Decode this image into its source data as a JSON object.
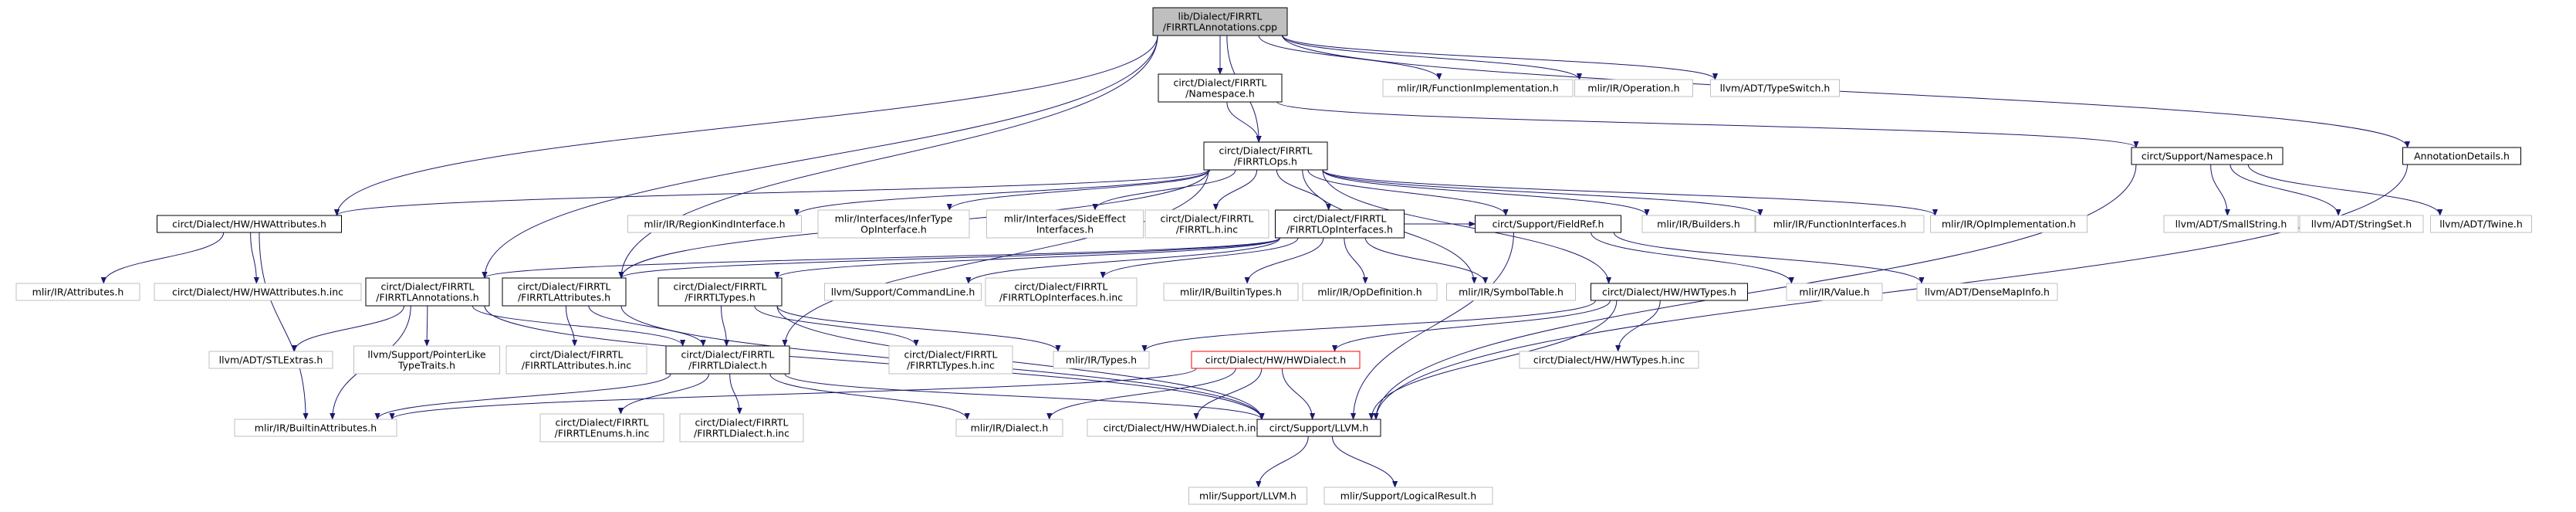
{
  "title": "lib/Dialect/FIRRTL/FIRRTLAnnotations.cpp",
  "colors": {
    "edge": "#191970",
    "root_fill": "#bfbfbf",
    "documented_border": "#000000",
    "external_border": "#bfbfbf",
    "truncated_border": "#ff0000",
    "text": "#000000",
    "external_text": "#000000"
  },
  "nodes": [
    {
      "id": "root",
      "lines": [
        "lib/Dialect/FIRRTL",
        "/FIRRTLAnnotations.cpp"
      ],
      "kind": "root"
    },
    {
      "id": "ns",
      "lines": [
        "circt/Dialect/FIRRTL",
        "/Namespace.h"
      ],
      "kind": "doc"
    },
    {
      "id": "fimpl",
      "lines": [
        "mlir/IR/FunctionImplementation.h"
      ],
      "kind": "ext"
    },
    {
      "id": "oper",
      "lines": [
        "mlir/IR/Operation.h"
      ],
      "kind": "ext"
    },
    {
      "id": "tswitch",
      "lines": [
        "llvm/ADT/TypeSwitch.h"
      ],
      "kind": "ext"
    },
    {
      "id": "ops",
      "lines": [
        "circt/Dialect/FIRRTL",
        "/FIRRTLOps.h"
      ],
      "kind": "doc"
    },
    {
      "id": "supns",
      "lines": [
        "circt/Support/Namespace.h"
      ],
      "kind": "doc"
    },
    {
      "id": "anndet",
      "lines": [
        "AnnotationDetails.h"
      ],
      "kind": "doc"
    },
    {
      "id": "hwattr",
      "lines": [
        "circt/Dialect/HW/HWAttributes.h"
      ],
      "kind": "doc"
    },
    {
      "id": "regkind",
      "lines": [
        "mlir/IR/RegionKindInterface.h"
      ],
      "kind": "ext"
    },
    {
      "id": "infertype",
      "lines": [
        "mlir/Interfaces/InferType",
        "OpInterface.h"
      ],
      "kind": "ext"
    },
    {
      "id": "sideeff",
      "lines": [
        "mlir/Interfaces/SideEffect",
        "Interfaces.h"
      ],
      "kind": "ext"
    },
    {
      "id": "firrtlhinc",
      "lines": [
        "circt/Dialect/FIRRTL",
        "/FIRRTL.h.inc"
      ],
      "kind": "ext"
    },
    {
      "id": "opif",
      "lines": [
        "circt/Dialect/FIRRTL",
        "/FIRRTLOpInterfaces.h"
      ],
      "kind": "doc"
    },
    {
      "id": "fieldref",
      "lines": [
        "circt/Support/FieldRef.h"
      ],
      "kind": "doc"
    },
    {
      "id": "builders",
      "lines": [
        "mlir/IR/Builders.h"
      ],
      "kind": "ext"
    },
    {
      "id": "funcif",
      "lines": [
        "mlir/IR/FunctionInterfaces.h"
      ],
      "kind": "ext"
    },
    {
      "id": "opimpl",
      "lines": [
        "mlir/IR/OpImplementation.h"
      ],
      "kind": "ext"
    },
    {
      "id": "smallstr",
      "lines": [
        "llvm/ADT/SmallString.h"
      ],
      "kind": "ext"
    },
    {
      "id": "strset",
      "lines": [
        "llvm/ADT/StringSet.h"
      ],
      "kind": "ext"
    },
    {
      "id": "twine",
      "lines": [
        "llvm/ADT/Twine.h"
      ],
      "kind": "ext"
    },
    {
      "id": "irattr",
      "lines": [
        "mlir/IR/Attributes.h"
      ],
      "kind": "ext"
    },
    {
      "id": "hwattrinc",
      "lines": [
        "circt/Dialect/HW/HWAttributes.h.inc"
      ],
      "kind": "ext"
    },
    {
      "id": "fann",
      "lines": [
        "circt/Dialect/FIRRTL",
        "/FIRRTLAnnotations.h"
      ],
      "kind": "doc"
    },
    {
      "id": "fattr",
      "lines": [
        "circt/Dialect/FIRRTL",
        "/FIRRTLAttributes.h"
      ],
      "kind": "doc"
    },
    {
      "id": "ftypes",
      "lines": [
        "circt/Dialect/FIRRTL",
        "/FIRRTLTypes.h"
      ],
      "kind": "doc"
    },
    {
      "id": "cmdline",
      "lines": [
        "llvm/Support/CommandLine.h"
      ],
      "kind": "ext"
    },
    {
      "id": "opifinc",
      "lines": [
        "circt/Dialect/FIRRTL",
        "/FIRRTLOpInterfaces.h.inc"
      ],
      "kind": "ext"
    },
    {
      "id": "btypes",
      "lines": [
        "mlir/IR/BuiltinTypes.h"
      ],
      "kind": "ext"
    },
    {
      "id": "opdef",
      "lines": [
        "mlir/IR/OpDefinition.h"
      ],
      "kind": "ext"
    },
    {
      "id": "symtab",
      "lines": [
        "mlir/IR/SymbolTable.h"
      ],
      "kind": "ext"
    },
    {
      "id": "hwtypes",
      "lines": [
        "circt/Dialect/HW/HWTypes.h"
      ],
      "kind": "doc"
    },
    {
      "id": "value",
      "lines": [
        "mlir/IR/Value.h"
      ],
      "kind": "ext"
    },
    {
      "id": "densemap",
      "lines": [
        "llvm/ADT/DenseMapInfo.h"
      ],
      "kind": "ext"
    },
    {
      "id": "stlextras",
      "lines": [
        "llvm/ADT/STLExtras.h"
      ],
      "kind": "ext"
    },
    {
      "id": "ptrlike",
      "lines": [
        "llvm/Support/PointerLike",
        "TypeTraits.h"
      ],
      "kind": "ext"
    },
    {
      "id": "fattrinc",
      "lines": [
        "circt/Dialect/FIRRTL",
        "/FIRRTLAttributes.h.inc"
      ],
      "kind": "ext"
    },
    {
      "id": "fdialect",
      "lines": [
        "circt/Dialect/FIRRTL",
        "/FIRRTLDialect.h"
      ],
      "kind": "doc"
    },
    {
      "id": "ftypesinc",
      "lines": [
        "circt/Dialect/FIRRTL",
        "/FIRRTLTypes.h.inc"
      ],
      "kind": "ext"
    },
    {
      "id": "irtypes",
      "lines": [
        "mlir/IR/Types.h"
      ],
      "kind": "ext"
    },
    {
      "id": "hwdialect",
      "lines": [
        "circt/Dialect/HW/HWDialect.h"
      ],
      "kind": "trunc"
    },
    {
      "id": "hwtypesinc",
      "lines": [
        "circt/Dialect/HW/HWTypes.h.inc"
      ],
      "kind": "ext"
    },
    {
      "id": "battr",
      "lines": [
        "mlir/IR/BuiltinAttributes.h"
      ],
      "kind": "ext"
    },
    {
      "id": "fenums",
      "lines": [
        "circt/Dialect/FIRRTL",
        "/FIRRTLEnums.h.inc"
      ],
      "kind": "ext"
    },
    {
      "id": "fdialectinc",
      "lines": [
        "circt/Dialect/FIRRTL",
        "/FIRRTLDialect.h.inc"
      ],
      "kind": "ext"
    },
    {
      "id": "irdialect",
      "lines": [
        "mlir/IR/Dialect.h"
      ],
      "kind": "ext"
    },
    {
      "id": "hwdialectinc",
      "lines": [
        "circt/Dialect/HW/HWDialect.h.inc"
      ],
      "kind": "ext"
    },
    {
      "id": "llvmh",
      "lines": [
        "circt/Support/LLVM.h"
      ],
      "kind": "doc"
    },
    {
      "id": "suppllvm",
      "lines": [
        "mlir/Support/LLVM.h"
      ],
      "kind": "ext"
    },
    {
      "id": "logres",
      "lines": [
        "mlir/Support/LogicalResult.h"
      ],
      "kind": "ext"
    }
  ],
  "edges": [
    [
      "root",
      "ns"
    ],
    [
      "root",
      "fimpl"
    ],
    [
      "root",
      "oper"
    ],
    [
      "root",
      "tswitch"
    ],
    [
      "root",
      "ops"
    ],
    [
      "root",
      "anndet"
    ],
    [
      "root",
      "hwattr"
    ],
    [
      "root",
      "fann"
    ],
    [
      "root",
      "fattr"
    ],
    [
      "ns",
      "ops"
    ],
    [
      "ns",
      "supns"
    ],
    [
      "ops",
      "hwattr"
    ],
    [
      "ops",
      "regkind"
    ],
    [
      "ops",
      "infertype"
    ],
    [
      "ops",
      "sideeff"
    ],
    [
      "ops",
      "firrtlhinc"
    ],
    [
      "ops",
      "opif"
    ],
    [
      "ops",
      "fieldref"
    ],
    [
      "ops",
      "builders"
    ],
    [
      "ops",
      "funcif"
    ],
    [
      "ops",
      "opimpl"
    ],
    [
      "ops",
      "fattr"
    ],
    [
      "ops",
      "fdialect"
    ],
    [
      "ops",
      "symtab"
    ],
    [
      "ops",
      "hwtypes"
    ],
    [
      "supns",
      "smallstr"
    ],
    [
      "supns",
      "strset"
    ],
    [
      "supns",
      "twine"
    ],
    [
      "supns",
      "llvmh"
    ],
    [
      "anndet",
      "llvmh"
    ],
    [
      "hwattr",
      "irattr"
    ],
    [
      "hwattr",
      "hwattrinc"
    ],
    [
      "hwattr",
      "battr"
    ],
    [
      "opif",
      "fann"
    ],
    [
      "opif",
      "fattr"
    ],
    [
      "opif",
      "ftypes"
    ],
    [
      "opif",
      "cmdline"
    ],
    [
      "opif",
      "opifinc"
    ],
    [
      "opif",
      "btypes"
    ],
    [
      "opif",
      "opdef"
    ],
    [
      "opif",
      "symtab"
    ],
    [
      "opif",
      "fieldref"
    ],
    [
      "fieldref",
      "value"
    ],
    [
      "fieldref",
      "densemap"
    ],
    [
      "fieldref",
      "llvmh"
    ],
    [
      "fann",
      "stlextras"
    ],
    [
      "fann",
      "ptrlike"
    ],
    [
      "fann",
      "fdialect"
    ],
    [
      "fann",
      "battr"
    ],
    [
      "fann",
      "llvmh"
    ],
    [
      "fattr",
      "fattrinc"
    ],
    [
      "fattr",
      "fdialect"
    ],
    [
      "fattr",
      "llvmh"
    ],
    [
      "ftypes",
      "fdialect"
    ],
    [
      "ftypes",
      "ftypesinc"
    ],
    [
      "ftypes",
      "irtypes"
    ],
    [
      "ftypes",
      "llvmh"
    ],
    [
      "hwtypes",
      "hwdialect"
    ],
    [
      "hwtypes",
      "hwtypesinc"
    ],
    [
      "hwtypes",
      "irtypes"
    ],
    [
      "hwtypes",
      "llvmh"
    ],
    [
      "hwdialect",
      "battr"
    ],
    [
      "hwdialect",
      "irdialect"
    ],
    [
      "hwdialect",
      "hwdialectinc"
    ],
    [
      "hwdialect",
      "llvmh"
    ],
    [
      "fdialect",
      "battr"
    ],
    [
      "fdialect",
      "fenums"
    ],
    [
      "fdialect",
      "fdialectinc"
    ],
    [
      "fdialect",
      "irdialect"
    ],
    [
      "fdialect",
      "llvmh"
    ],
    [
      "llvmh",
      "suppllvm"
    ],
    [
      "llvmh",
      "logres"
    ]
  ]
}
